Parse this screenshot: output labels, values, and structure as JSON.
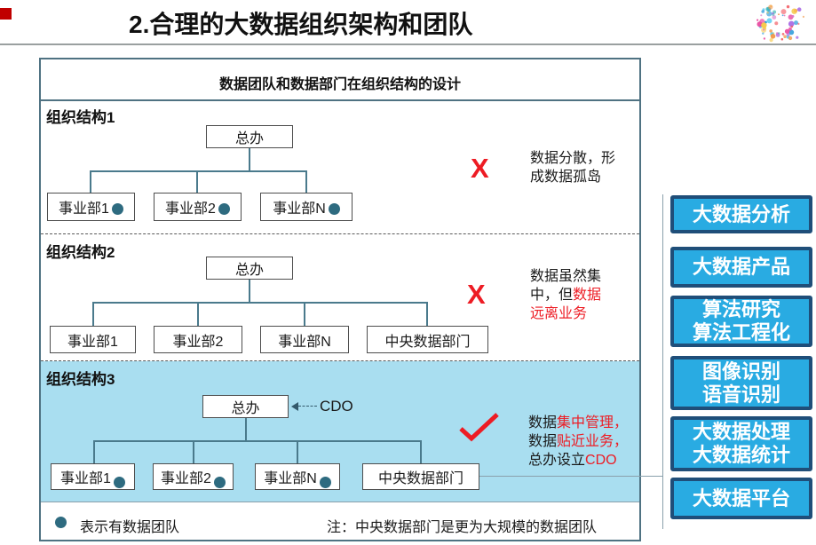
{
  "slide": {
    "title": "2.合理的大数据组织架构和团队"
  },
  "logo": {
    "name": "dot-cluster-logo",
    "colors": [
      "#e94ba0",
      "#f2545b",
      "#f7c948",
      "#f2994a",
      "#56ccf2",
      "#2d9cdb",
      "#9b51e0",
      "#d976c9",
      "#35b8b0"
    ]
  },
  "diagram": {
    "title": "数据团队和数据部门在组织结构的设计",
    "x_mark": "X",
    "sections": [
      {
        "label": "组织结构1",
        "root": "总办",
        "children": [
          "事业部1",
          "事业部2",
          "事业部N"
        ],
        "verdict": "reject",
        "note": [
          {
            "t": "数据分散，形成数据孤岛",
            "red": false
          }
        ]
      },
      {
        "label": "组织结构2",
        "root": "总办",
        "children": [
          "事业部1",
          "事业部2",
          "事业部N",
          "中央数据部门"
        ],
        "verdict": "reject",
        "note": [
          {
            "t": "数据虽然集中，但",
            "red": false
          },
          {
            "t": "数据远离业务",
            "red": true
          }
        ]
      },
      {
        "label": "组织结构3",
        "root": "总办",
        "cdo_label": "CDO",
        "children": [
          "事业部1",
          "事业部2",
          "事业部N",
          "中央数据部门"
        ],
        "verdict": "accept",
        "note": [
          {
            "t": "数据",
            "red": false
          },
          {
            "t": "集中管理，",
            "red": true
          },
          {
            "t": "数据",
            "red": false
          },
          {
            "t": "贴近业务，",
            "red": true
          },
          {
            "t": "总办设立",
            "red": false
          },
          {
            "t": "CDO",
            "red": true
          }
        ]
      }
    ],
    "legend": "表示有数据团队",
    "footnote": "注：中央数据部门是更为大规模的数据团队"
  },
  "capabilities": [
    {
      "lines": [
        "大数据分析"
      ]
    },
    {
      "lines": [
        "大数据产品"
      ]
    },
    {
      "lines": [
        "算法研究",
        "算法工程化"
      ]
    },
    {
      "lines": [
        "图像识别",
        "语音识别"
      ]
    },
    {
      "lines": [
        "大数据处理",
        "大数据统计"
      ]
    },
    {
      "lines": [
        "大数据平台"
      ]
    }
  ],
  "colors": {
    "accent_red": "#ed1c24",
    "section_highlight": "#a9def0",
    "button_fill": "#29abe2",
    "button_border": "#1f4e79",
    "connector": "#4a7a8c",
    "team_dot": "#2e6b80",
    "frame": "#4f7282"
  }
}
